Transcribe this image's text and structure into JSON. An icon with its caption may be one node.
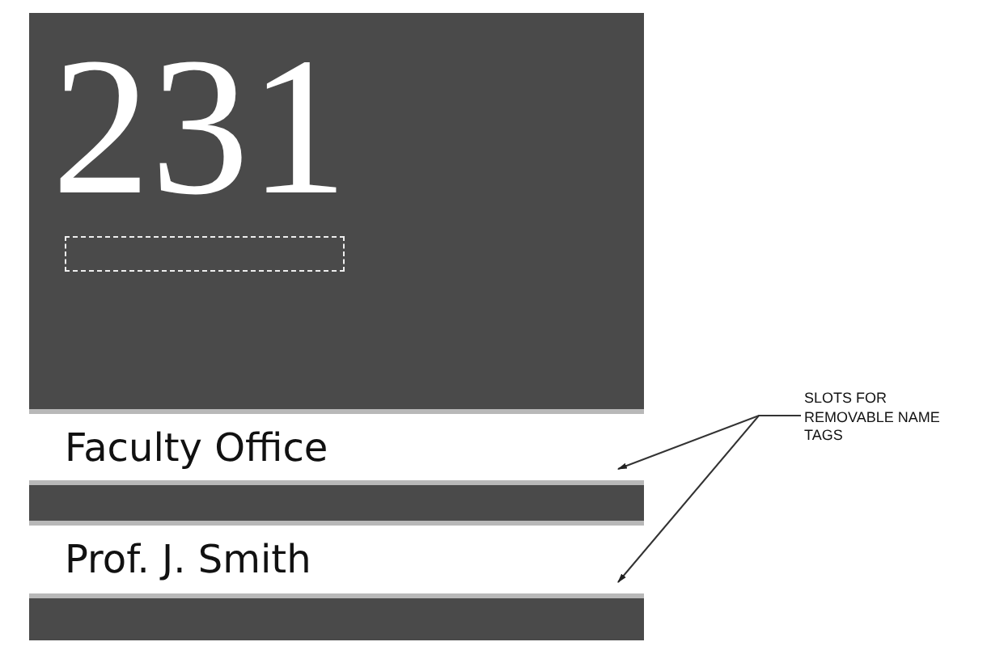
{
  "diagram": {
    "nodes": [
      {
        "text": [
          "231"
        ]
      },
      {
        "text": [],
        "shape": "box",
        "in": 0
      },
      {
        "text": [
          "Faculty Office"
        ],
        "in": 0
      },
      {
        "text": [
          "Prof. J. Smith"
        ],
        "in": 0
      },
      {
        "text": [
          "SLOTS FOR REMOVABLE NAME TAGS"
        ]
      }
    ],
    "edges": [
      {
        "from": 4,
        "to": 2,
        "arrow": "to"
      },
      {
        "from": 4,
        "to": 3,
        "arrow": "to"
      }
    ]
  }
}
